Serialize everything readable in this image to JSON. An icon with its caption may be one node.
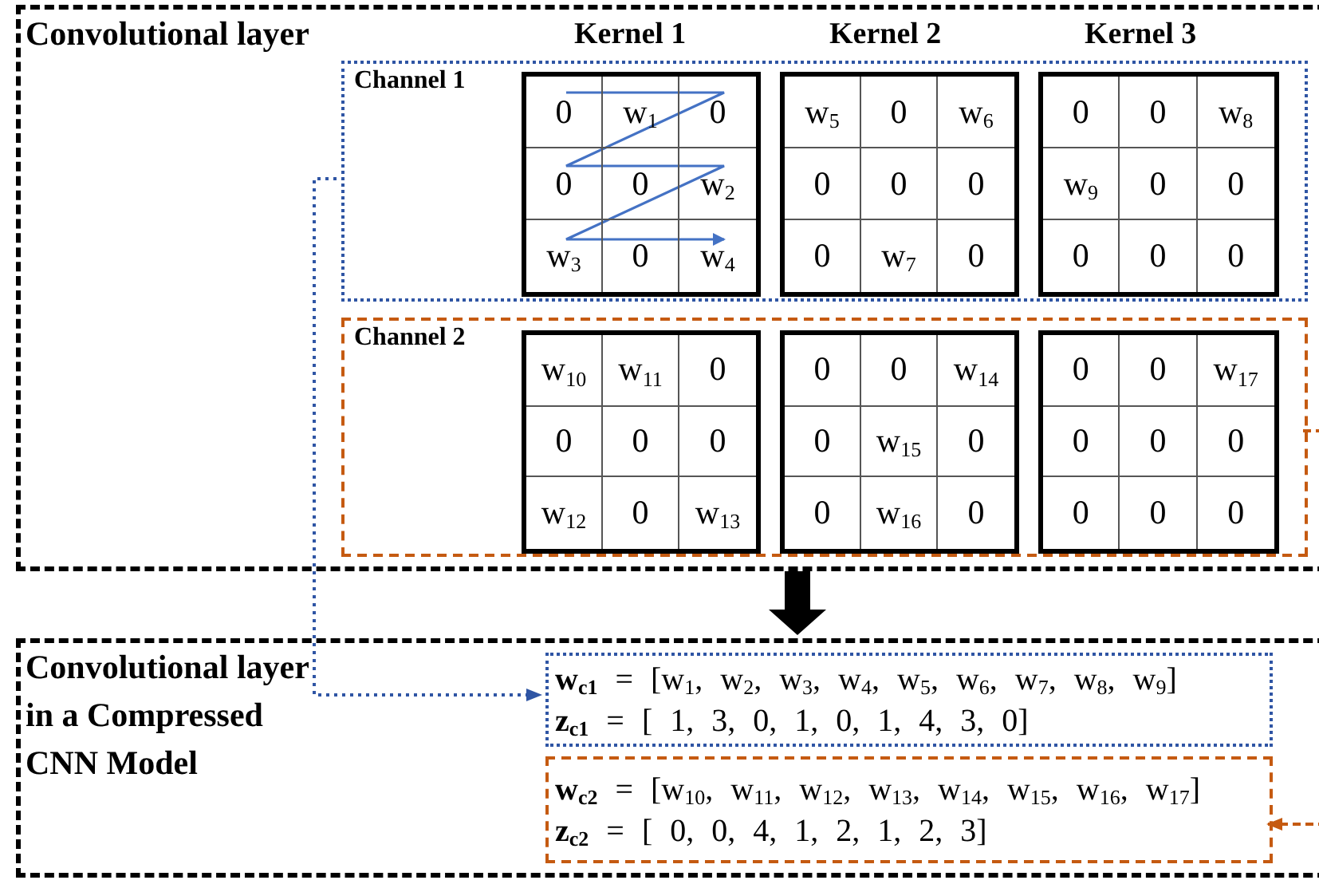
{
  "diagram": {
    "nodes": [
      {
        "text": [
          "Convolutional layer"
        ]
      },
      {
        "text": [
          "Channel 1"
        ],
        "in": 0
      },
      {
        "text": [
          "0",
          "w$_{1}$",
          "0",
          "0",
          "0",
          "w$_{2}$",
          "w$_{3}$",
          "0",
          "w$_{4}$"
        ],
        "in": 1
      },
      {
        "text": [
          "w$_{5}$",
          "0",
          "w$_{6}$",
          "0",
          "0",
          "0",
          "0",
          "w$_{7}$",
          "0"
        ],
        "in": 1
      },
      {
        "text": [
          "0",
          "0",
          "w$_{8}$",
          "w$_{9}$",
          "0",
          "0",
          "0",
          "0",
          "0"
        ],
        "in": 1
      },
      {
        "text": [
          "Channel 2"
        ],
        "in": 0
      },
      {
        "text": [
          "w$_{10}$",
          "w$_{11}$",
          "0",
          "0",
          "0",
          "0",
          "w$_{12}$",
          "0",
          "w$_{13}$"
        ],
        "in": 5
      },
      {
        "text": [
          "0",
          "0",
          "w$_{14}$",
          "0",
          "w$_{15}$",
          "0",
          "0",
          "w$_{16}$",
          "0"
        ],
        "in": 5
      },
      {
        "text": [
          "0",
          "0",
          "w$_{17}$",
          "0",
          "0",
          "0",
          "0",
          "0",
          "0"
        ],
        "in": 5
      },
      {
        "text": [
          "Convolutional layer in a Compressed CNN Model"
        ]
      },
      {
        "text": [
          "**w$_{c1}$** = [w$_{1}$, w$_{2}$, w$_{3}$, w$_{4}$, w$_{5}$, w$_{6}$, w$_{7}$, w$_{8}$, w$_{9}$]",
          "**z$_{c1}$** = [ 1, 3, 0, 1, 0, 1, 4, 3, 0]"
        ],
        "in": 9
      },
      {
        "text": [
          "**w$_{c2}$** = [w$_{10}$, w$_{11}$, w$_{12}$, w$_{13}$, w$_{14}$, w$_{15}$, w$_{16}$, w$_{17}$]",
          "**z$_{c2}$** = [ 0, 0, 4, 1, 2, 1, 2, 3]"
        ],
        "in": 9
      }
    ],
    "edges": [
      {
        "from": 0,
        "to": 9,
        "arrow": "to",
        "style": "thick"
      },
      {
        "from": 1,
        "to": 10,
        "arrow": "to",
        "style": "dashed",
        "color": "#2f55a4"
      },
      {
        "from": 5,
        "to": 11,
        "arrow": "to",
        "style": "dashed",
        "color": "#c55a11"
      }
    ],
    "labels": [
      "Kernel 1",
      "Kernel 2",
      "Kernel 3"
    ]
  }
}
